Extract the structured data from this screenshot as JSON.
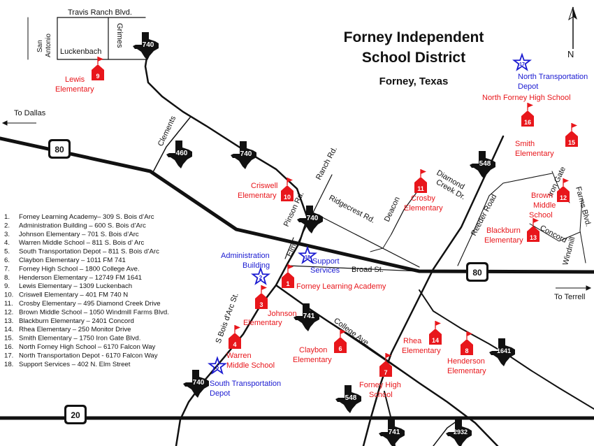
{
  "title_line1": "Forney Independent",
  "title_line2": "School District",
  "subtitle": "Forney, Texas",
  "north_label": "N",
  "directions": {
    "to_dallas": "To Dallas",
    "to_terrell": "To Terrell"
  },
  "streets": {
    "travis_ranch": "Travis Ranch Blvd.",
    "san_antonio": "San Antonio",
    "luckenbach": "Luckenbach",
    "grimes": "Grimes",
    "clements": "Clements",
    "ranch_rd": "Ranch Rd.",
    "pinson_rd": "Pinson Rd.",
    "ridgecrest": "Ridgecrest Rd.",
    "deacon": "Deacon",
    "diamond_creek": "Diamond Creek Dr.",
    "reeder": "Reeder Road",
    "iron_gate": "Iron Gate",
    "farms_blvd": "Farms Blvd.",
    "concord": "Concord",
    "windmill": "Windmill",
    "elm": "Elm",
    "broad": "Broad St.",
    "s_bois_darc": "S Bois d'Arc St.",
    "college_ave": "College Ave."
  },
  "highways": {
    "us80": "80",
    "i20": "20",
    "fm740": "740",
    "fm460": "460",
    "fm548": "548",
    "fm741": "741",
    "fm1641": "1641",
    "fm2932": "2932"
  },
  "sites": {
    "s1": {
      "num": "1",
      "label": "Forney Learning Academy"
    },
    "s2": {
      "num": "2",
      "label1": "Administration",
      "label2": "Building"
    },
    "s3": {
      "num": "3",
      "label1": "Johnson",
      "label2": "Elementary"
    },
    "s4": {
      "num": "4",
      "label1": "Warren",
      "label2": "Middle School"
    },
    "s5": {
      "num": "5",
      "label1": "South Transportation",
      "label2": "Depot"
    },
    "s6": {
      "num": "6",
      "label1": "Claybon",
      "label2": "Elementary"
    },
    "s7": {
      "num": "7",
      "label1": "Forney High",
      "label2": "School"
    },
    "s8": {
      "num": "8",
      "label1": "Henderson",
      "label2": "Elementary"
    },
    "s9": {
      "num": "9",
      "label1": "Lewis",
      "label2": "Elementary"
    },
    "s10": {
      "num": "10",
      "label1": "Criswell",
      "label2": "Elementary"
    },
    "s11": {
      "num": "11",
      "label1": "Crosby",
      "label2": "Elementary"
    },
    "s12": {
      "num": "12",
      "label1": "Brown",
      "label2": "Middle",
      "label3": "School"
    },
    "s13": {
      "num": "13",
      "label1": "Blackburn",
      "label2": "Elementary"
    },
    "s14": {
      "num": "14",
      "label1": "Rhea",
      "label2": "Elementary"
    },
    "s15": {
      "num": "15",
      "label1": "Smith",
      "label2": "Elementary"
    },
    "s16": {
      "num": "16",
      "label": "North Forney High School"
    },
    "s17": {
      "num": "17",
      "label1": "North Transportation",
      "label2": "Depot"
    },
    "s18": {
      "num": "18",
      "label1": "Support",
      "label2": "Services"
    }
  },
  "legend": [
    "Forney Learning Academy– 309 S. Bois d’Arc",
    "Administration Building – 600 S. Bois d’Arc",
    "Johnson Elementary – 701 S. Bois d’Arc",
    "Warren Middle School – 811 S. Bois d’ Arc",
    "South Transportation Depot – 811 S. Bois d’Arc",
    "Claybon Elementary – 1011 FM 741",
    "Forney High School – 1800 College Ave.",
    "Henderson Elementary – 12749 FM 1641",
    "Lewis Elementary – 1309 Luckenbach",
    "Criswell Elementary – 401 FM 740 N",
    "Crosby Elementary – 495 Diamond Creek Drive",
    "Brown Middle School – 1050 Windmill Farms Blvd.",
    "Blackburn Elementary – 2401 Concord",
    "Rhea Elementary – 250 Monitor Drive",
    "Smith Elementary – 1750 Iron Gate Blvd.",
    "North Forney High School – 6170 Falcon Way",
    "North Transportation Depot - 6170 Falcon Way",
    "Support Services – 402 N. Elm Street"
  ],
  "legend_numbers": [
    "1.",
    "2.",
    "3.",
    "4.",
    "5.",
    "6.",
    "7.",
    "8.",
    "9.",
    "10.",
    "11.",
    "12.",
    "13.",
    "14.",
    "15.",
    "16.",
    "17.",
    "18."
  ],
  "colors": {
    "school": "#e8161b",
    "facility": "#1b1bd1",
    "road": "#111111"
  },
  "icons": {
    "school_marker": "school-house-flag-icon",
    "facility_marker": "star-icon",
    "state_highway": "texas-shape-icon",
    "us_highway": "us-shield-icon"
  }
}
